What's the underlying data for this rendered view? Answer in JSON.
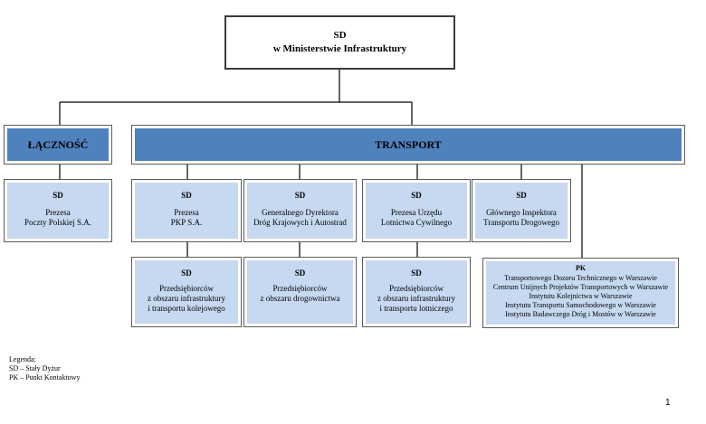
{
  "top": {
    "line1": "SD",
    "line2": "w Ministerstwie Infrastruktury"
  },
  "lacznosc": {
    "title": "ŁĄCZNOŚĆ"
  },
  "transport": {
    "title": "TRANSPORT"
  },
  "poczta": {
    "hd": "SD",
    "l1": "Prezesa",
    "l2": "Poczty Polskiej S.A."
  },
  "pkp": {
    "hd": "SD",
    "l1": "Prezesa",
    "l2": "PKP S.A."
  },
  "gddkia": {
    "hd": "SD",
    "l1": "Generalnego Dyrektora",
    "l2": "Dróg Krajowych i Autostrad"
  },
  "ulc": {
    "hd": "SD",
    "l1": "Prezesa Urzędu",
    "l2": "Lotnictwa Cywilnego"
  },
  "gitd": {
    "hd": "SD",
    "l1": "Głównego Inspektora",
    "l2": "Transportu Drogowego"
  },
  "kolej": {
    "hd": "SD",
    "l1": "Przedsiębiorców",
    "l2": "z obszaru infrastruktury",
    "l3": "i transportu kolejowego"
  },
  "drog": {
    "hd": "SD",
    "l1": "Przedsiębiorców",
    "l2": "z obszaru drogownictwa"
  },
  "lot": {
    "hd": "SD",
    "l1": "Przedsiębiorców",
    "l2": "z obszaru infrastruktury",
    "l3": "i transportu lotniczego"
  },
  "pk": {
    "hd": "PK",
    "items": [
      "Transportowego Dozoru Technicznego w Warszawie",
      "Centrum Unijnych Projektów Transportowych w Warszawie",
      "Instytutu Kolejnictwa w Warszawie",
      "Instytutu Transportu Samochodowego w Warszawie",
      "Instytutu Badawczego Dróg i Mostów w Warszawie"
    ]
  },
  "legend": {
    "title": "Legenda:",
    "sd": "SD – Stały Dyżur",
    "pk": "PK – Punkt Kontaktowy"
  },
  "page_number": "1"
}
